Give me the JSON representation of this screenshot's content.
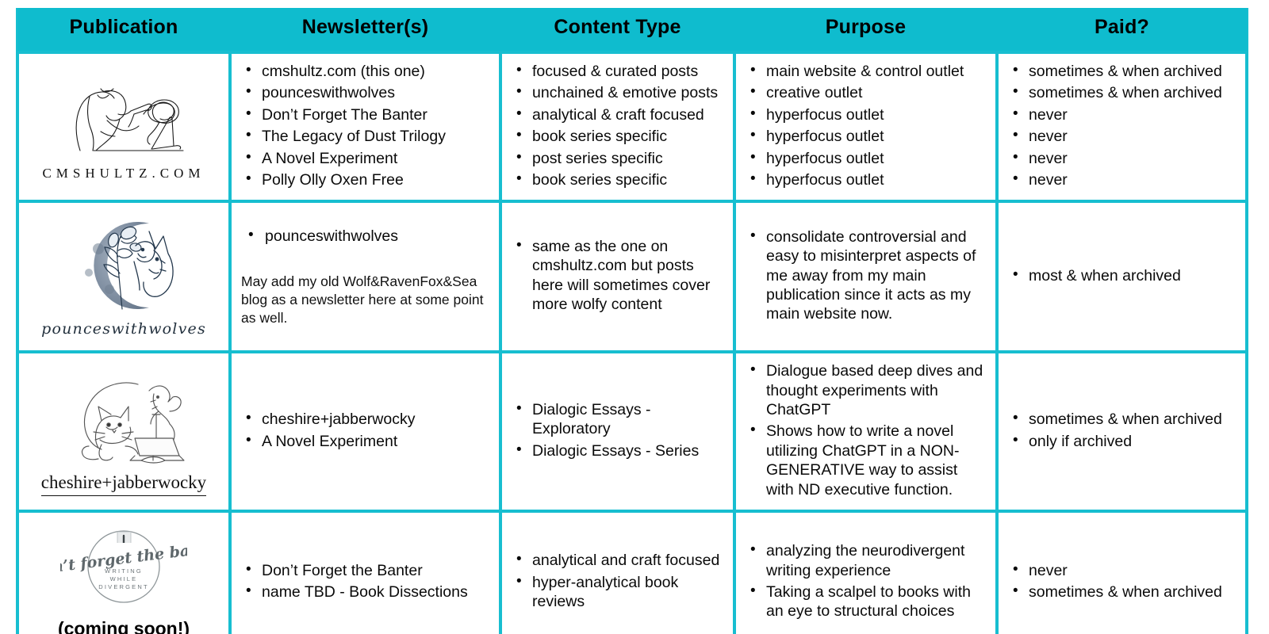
{
  "table": {
    "accent_color": "#17bed0",
    "headers": [
      {
        "key": "publication",
        "label": "Publication"
      },
      {
        "key": "newsletters",
        "label": "Newsletter(s)"
      },
      {
        "key": "content_type",
        "label": "Content Type"
      },
      {
        "key": "purpose",
        "label": "Purpose"
      },
      {
        "key": "paid",
        "label": "Paid?"
      }
    ],
    "rows": [
      {
        "logo": {
          "icon": "woman-writing-at-laptop-line-art-icon",
          "caption": "CMSHULTZ.COM",
          "caption_style": "mono"
        },
        "newsletters": [
          "cmshultz.com (this one)",
          "pounceswithwolves",
          "Don’t Forget The Banter",
          "The Legacy of Dust Trilogy",
          "A Novel Experiment",
          "Polly Olly Oxen Free"
        ],
        "newsletters_note": "",
        "content_type": [
          "focused & curated posts",
          "unchained & emotive posts",
          "analytical & craft focused",
          "book series specific",
          "post series specific",
          "book series specific"
        ],
        "purpose": [
          "main website & control outlet",
          "creative outlet",
          "hyperfocus outlet",
          "hyperfocus outlet",
          "hyperfocus outlet",
          "hyperfocus outlet"
        ],
        "paid": [
          "sometimes & when archived",
          "sometimes & when archived",
          "never",
          "never",
          "never",
          "never"
        ]
      },
      {
        "logo": {
          "icon": "moon-wolf-woman-flowers-illustration-icon",
          "caption": "pounceswithwolves",
          "caption_style": "script"
        },
        "newsletters": [
          "pounceswithwolves"
        ],
        "newsletters_note": "May add my old Wolf&RavenFox&Sea blog as a newsletter here at some point as well.",
        "content_type": [
          "same as the one on cmshultz.com but posts here will sometimes cover more wolfy content"
        ],
        "purpose": [
          "consolidate controversial and easy to misinterpret aspects of me away from my main publication since it acts as my main website now."
        ],
        "paid": [
          "most & when archived"
        ]
      },
      {
        "logo": {
          "icon": "cat-laptop-dragon-sword-sketch-icon",
          "caption": "cheshire+jabberwocky",
          "caption_style": "serif"
        },
        "newsletters": [
          "cheshire+jabberwocky",
          "A Novel Experiment"
        ],
        "newsletters_note": "",
        "content_type": [
          "Dialogic Essays - Exploratory",
          "Dialogic Essays - Series"
        ],
        "purpose": [
          "Dialogue based deep dives and thought experiments with ChatGPT",
          "Shows how to write a novel utilizing ChatGPT in a NON-GENERATIVE way to assist with ND executive function."
        ],
        "paid": [
          "sometimes & when archived",
          "only if archived"
        ]
      },
      {
        "logo": {
          "icon": "dont-forget-the-banter-circle-badge-icon",
          "caption": "(coming soon!)",
          "caption_style": "bold",
          "badge_text": "*Don’t forget the banter",
          "badge_sub": [
            "WRITING",
            "WHILE",
            "DIVERGENT"
          ]
        },
        "newsletters": [
          "Don’t Forget the Banter",
          "name TBD - Book Dissections"
        ],
        "newsletters_note": "",
        "content_type": [
          "analytical and craft focused",
          "hyper-analytical book reviews"
        ],
        "purpose": [
          "analyzing the neurodivergent writing experience",
          "Taking a scalpel to books with an eye to structural choices"
        ],
        "paid": [
          "never",
          "sometimes & when archived"
        ]
      }
    ]
  }
}
